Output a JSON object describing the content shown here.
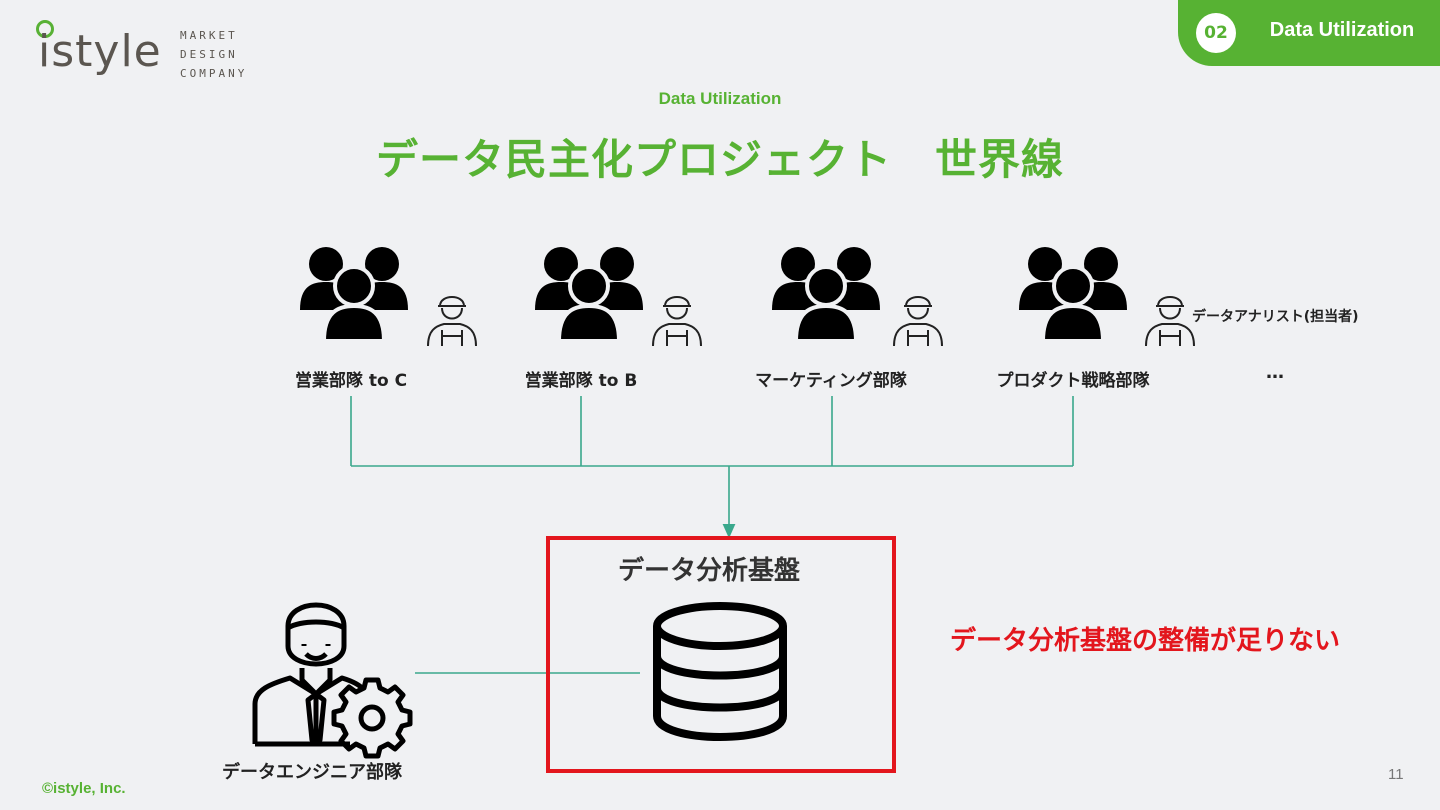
{
  "logo": {
    "wordmark": "istyle",
    "sub_lines": [
      "MARKET",
      "DESIGN",
      "COMPANY"
    ]
  },
  "section_tag": {
    "number": "02",
    "label": "Data Utilization"
  },
  "header": {
    "subtitle": "Data Utilization",
    "title": "データ民主化プロジェクト　世界線"
  },
  "departments": [
    {
      "label": "営業部隊 to C"
    },
    {
      "label": "営業部隊 to B"
    },
    {
      "label": "マーケティング部隊"
    },
    {
      "label": "プロダクト戦略部隊"
    }
  ],
  "analyst_label": "データアナリスト(担当者)",
  "ellipsis": "…",
  "platform": {
    "label": "データ分析基盤"
  },
  "warning": "データ分析基盤の整備が足りない",
  "engineer": {
    "label": "データエンジニア部隊"
  },
  "footer": {
    "copyright": "©istyle, Inc.",
    "page_number": "11"
  },
  "colors": {
    "brand_green": "#57b233",
    "alert_red": "#e3161d",
    "connector_teal": "#3aa88c"
  },
  "icons": [
    "group-icon",
    "worker-icon",
    "database-icon",
    "engineer-icon",
    "gear-icon"
  ]
}
